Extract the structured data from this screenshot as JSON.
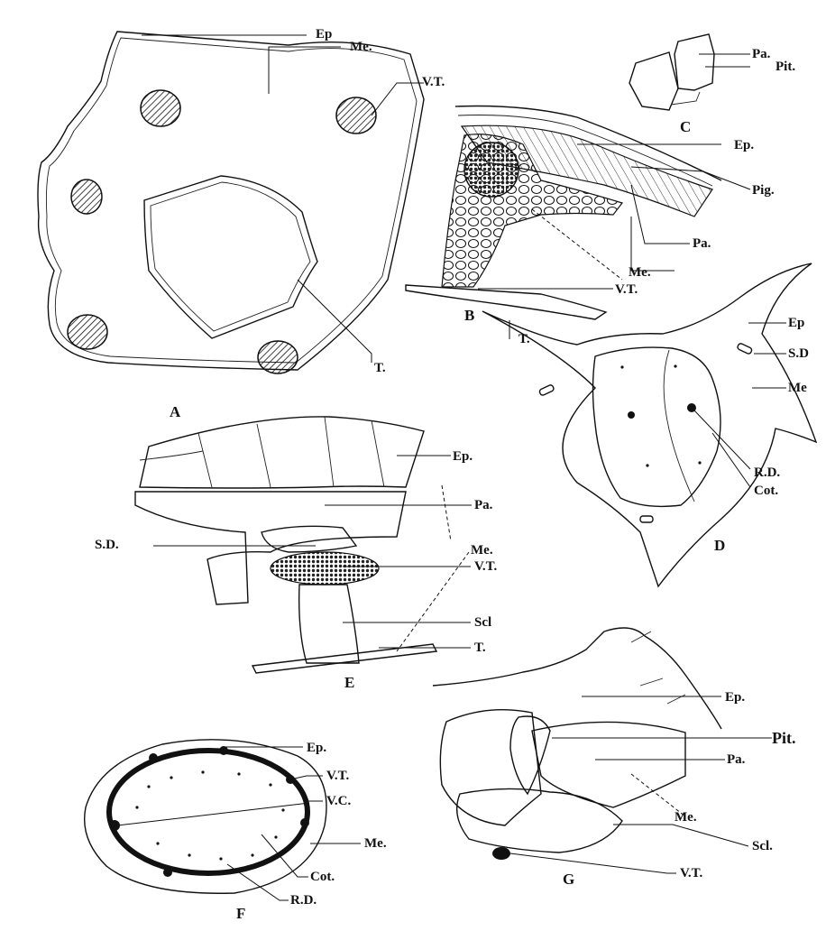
{
  "panels": {
    "A": {
      "letter": "A",
      "labels": {
        "ep": "Ep",
        "me": "Me.",
        "vt": "V.T.",
        "t": "T."
      }
    },
    "B": {
      "letter": "B",
      "labels": {
        "ep": "Ep.",
        "pig": "Pig.",
        "pa": "Pa.",
        "me": "Me.",
        "vt": "V.T.",
        "t": "T."
      }
    },
    "C": {
      "letter": "C",
      "labels": {
        "pa": "Pa.",
        "pit": "Pit."
      }
    },
    "D": {
      "letter": "D",
      "labels": {
        "ep": "Ep",
        "sd": "S.D",
        "me": "Me",
        "rd": "R.D.",
        "cot": "Cot."
      }
    },
    "E": {
      "letter": "E",
      "labels": {
        "ep": "Ep.",
        "pa": "Pa.",
        "me": "Me.",
        "sd": "S.D.",
        "vt": "V.T.",
        "scl": "Scl",
        "t": "T."
      }
    },
    "F": {
      "letter": "F",
      "labels": {
        "ep": "Ep.",
        "vt": "V.T.",
        "vc": "V.C.",
        "me": "Me.",
        "cot": "Cot.",
        "rd": "R.D."
      }
    },
    "G": {
      "letter": "G",
      "labels": {
        "ep": "Ep.",
        "pit": "Pit.",
        "pa": "Pa.",
        "me": "Me.",
        "scl": "Scl.",
        "vt": "V.T."
      }
    }
  }
}
